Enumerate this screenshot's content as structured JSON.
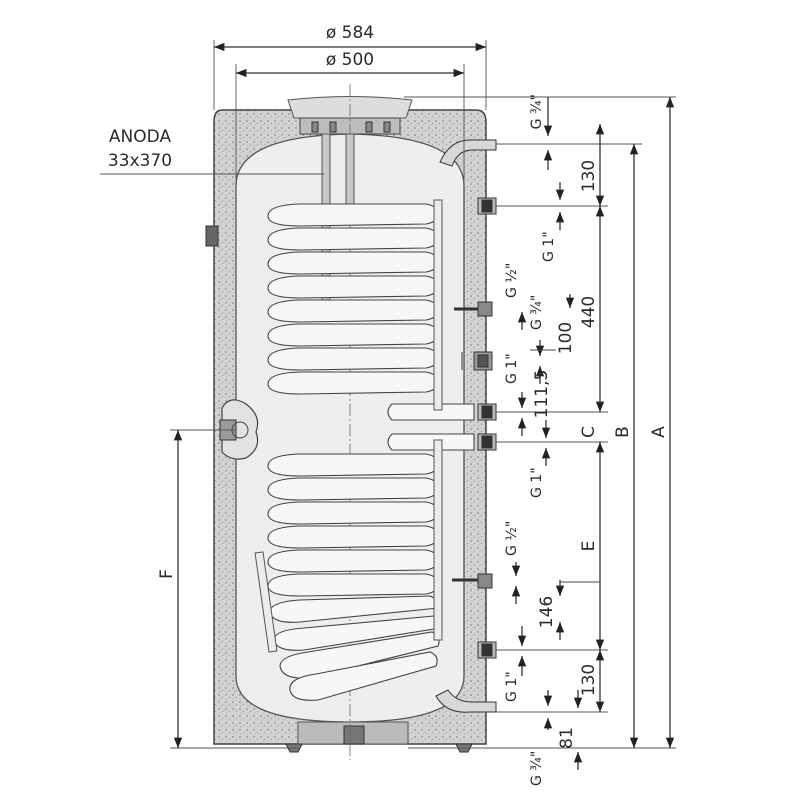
{
  "drawing": {
    "diameters": {
      "outer": "ø 584",
      "inner": "ø 500"
    },
    "anode": {
      "line1": "ANODA",
      "line2": "33x370"
    },
    "thread_labels": {
      "top_outlet": "G ¾\"",
      "coil_top_upper": "G 1\"",
      "sensor_upper": "G ½\"",
      "recirculation": "G ¾\"",
      "heater": "G 1\"",
      "coil_top_lower": "G 1\"",
      "sensor_lower": "G ½\"",
      "coil_bottom_lower": "G 1\"",
      "bottom_inlet": "G ¾\""
    },
    "dimension_labels": {
      "d130_top": "130",
      "d440": "440",
      "d100": "100",
      "d111_5": "111,5",
      "d146": "146",
      "d130_bottom": "130",
      "d81": "81"
    },
    "letters": {
      "A": "A",
      "B": "B",
      "C": "C",
      "E": "E",
      "F": "F"
    }
  }
}
